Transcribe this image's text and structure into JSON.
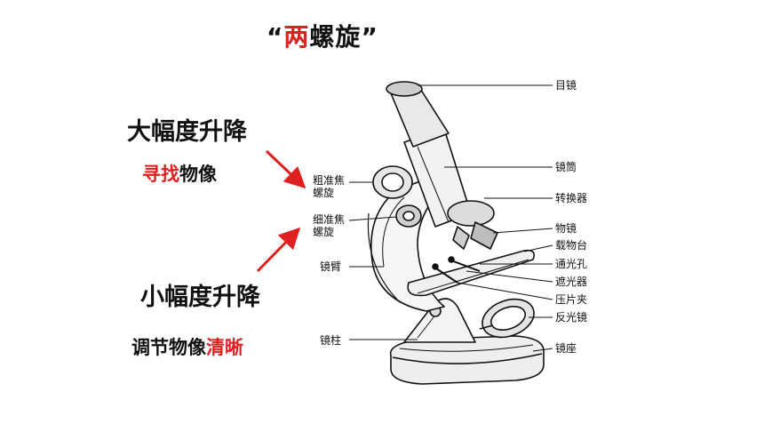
{
  "title": {
    "open_quote": "“",
    "highlight": "两",
    "rest": "螺旋",
    "close_quote": "”"
  },
  "left": {
    "coarse_heading": "大幅度升降",
    "coarse_use_red": "寻找",
    "coarse_use_black": "物像",
    "fine_heading": "小幅度升降",
    "fine_use_black": "调节物像",
    "fine_use_red": "清晰"
  },
  "labels": {
    "coarse_knob_line1": "粗准焦",
    "coarse_knob_line2": "螺旋",
    "fine_knob_line1": "细准焦",
    "fine_knob_line2": "螺旋",
    "arm": "镜臂",
    "pillar": "镜柱",
    "eyepiece": "目镜",
    "tube": "镜筒",
    "nosepiece": "转换器",
    "objective": "物镜",
    "stage": "载物台",
    "aperture": "通光孔",
    "diaphragm": "遮光器",
    "clip": "压片夹",
    "mirror": "反光镜",
    "base": "镜座"
  },
  "colors": {
    "accent": "#e0201e",
    "ink": "#111111"
  }
}
